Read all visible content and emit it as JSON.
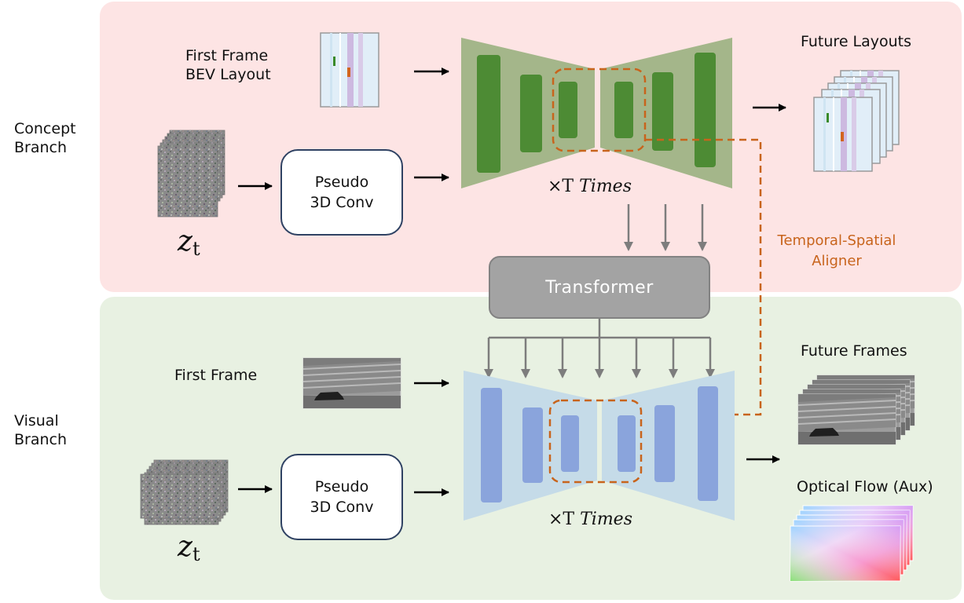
{
  "concept_branch": {
    "title_line1": "Concept",
    "title_line2": "Branch",
    "first_frame_line1": "First Frame",
    "first_frame_line2": "BEV Layout",
    "latent_symbol": "z",
    "latent_subscript": "t",
    "conv_line1": "Pseudo",
    "conv_line2": "3D Conv",
    "times_prefix": "×T",
    "times_word": "Times",
    "output_label": "Future Layouts"
  },
  "transformer": {
    "label": "Transformer"
  },
  "aligner": {
    "line1": "Temporal-Spatial",
    "line2": "Aligner"
  },
  "visual_branch": {
    "title_line1": "Visual",
    "title_line2": "Branch",
    "first_frame": "First Frame",
    "latent_symbol": "z",
    "latent_subscript": "t",
    "conv_line1": "Pseudo",
    "conv_line2": "3D Conv",
    "times_prefix": "×T",
    "times_word": "Times",
    "output_frames_label": "Future Frames",
    "output_flow_label": "Optical Flow (Aux)"
  },
  "colors": {
    "concept_panel": "#fde4e4",
    "visual_panel": "#e8f1e2",
    "concept_unet": "#a4b68a",
    "concept_unet_block": "#4d8b34",
    "visual_unet": "#c5dbe8",
    "visual_unet_block": "#8aa4dc",
    "aligner": "#c8641c",
    "transformer": "#a3a3a3"
  }
}
